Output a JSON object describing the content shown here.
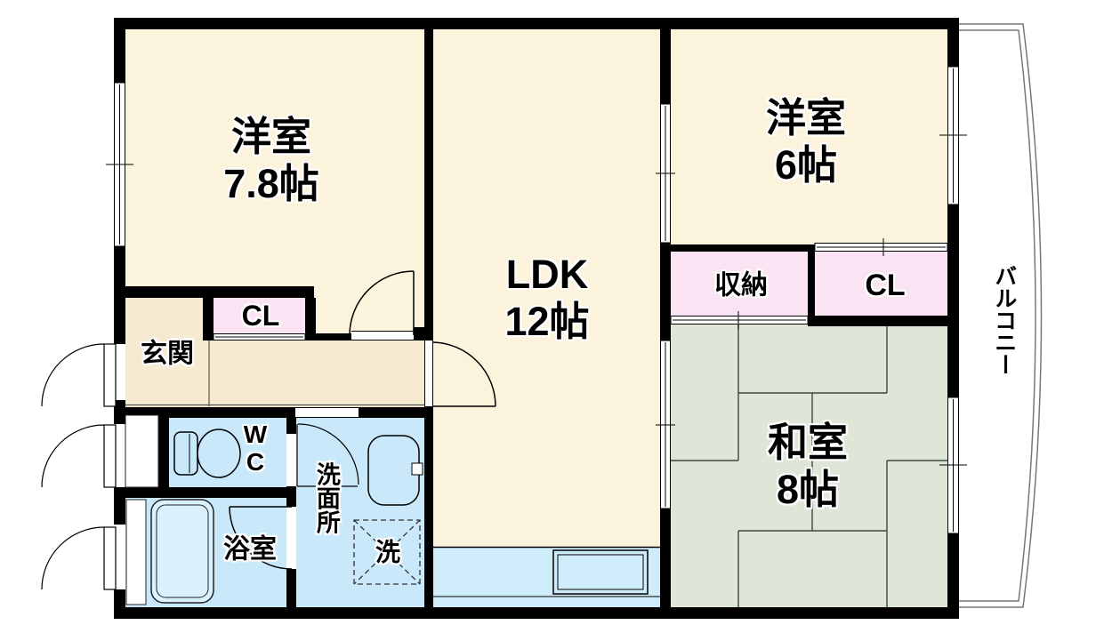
{
  "plan": {
    "rooms": {
      "western1": {
        "label": "洋室",
        "size": "7.8帖"
      },
      "ldk": {
        "label": "LDK",
        "size": "12帖"
      },
      "western2": {
        "label": "洋室",
        "size": "6帖"
      },
      "japanese": {
        "label": "和室",
        "size": "8帖"
      },
      "storage": {
        "label": "収納"
      },
      "closet_east": {
        "label": "CL"
      },
      "closet_hall": {
        "label": "CL"
      },
      "entrance": {
        "label": "玄関"
      },
      "wc": {
        "label": "WC",
        "line1": "W",
        "line2": "C"
      },
      "washroom": {
        "label": "洗面所"
      },
      "bathroom": {
        "label": "浴室"
      },
      "laundry": {
        "label": "洗"
      },
      "balcony": {
        "label": "バルコニー"
      }
    },
    "colors": {
      "room_cream": "#FCF3DC",
      "hall_cream": "#F6EAD1",
      "closet_pink": "#FAE3F2",
      "water_blue": "#C9E9FA",
      "kitchen_blue": "#CFECFB",
      "tatami_green": "#DEE6D8",
      "bathtub_blue": "#D9F1FD",
      "wall_black": "#000000",
      "balcony_line_gray": "#777777"
    }
  }
}
